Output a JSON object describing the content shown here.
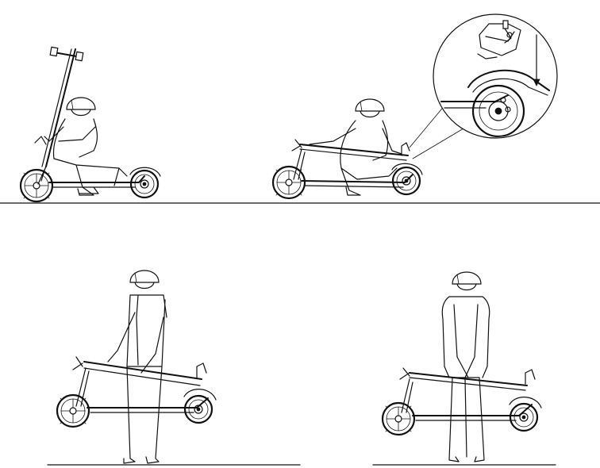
{
  "figure": {
    "panels": [
      {
        "id": "panel-1",
        "step": "sit-and-hold-stem"
      },
      {
        "id": "panel-2",
        "step": "stem-folded-latched-to-rear-hook"
      },
      {
        "id": "panel-3",
        "step": "stand-and-carry-folded-scooter-side"
      },
      {
        "id": "panel-4",
        "step": "stand-and-carry-folded-scooter-front"
      }
    ],
    "callout": {
      "id": "detail-rear-latch",
      "subject": "rear-fender-hook-detail"
    }
  },
  "colors": {
    "line": "#111111",
    "background": "#ffffff"
  }
}
